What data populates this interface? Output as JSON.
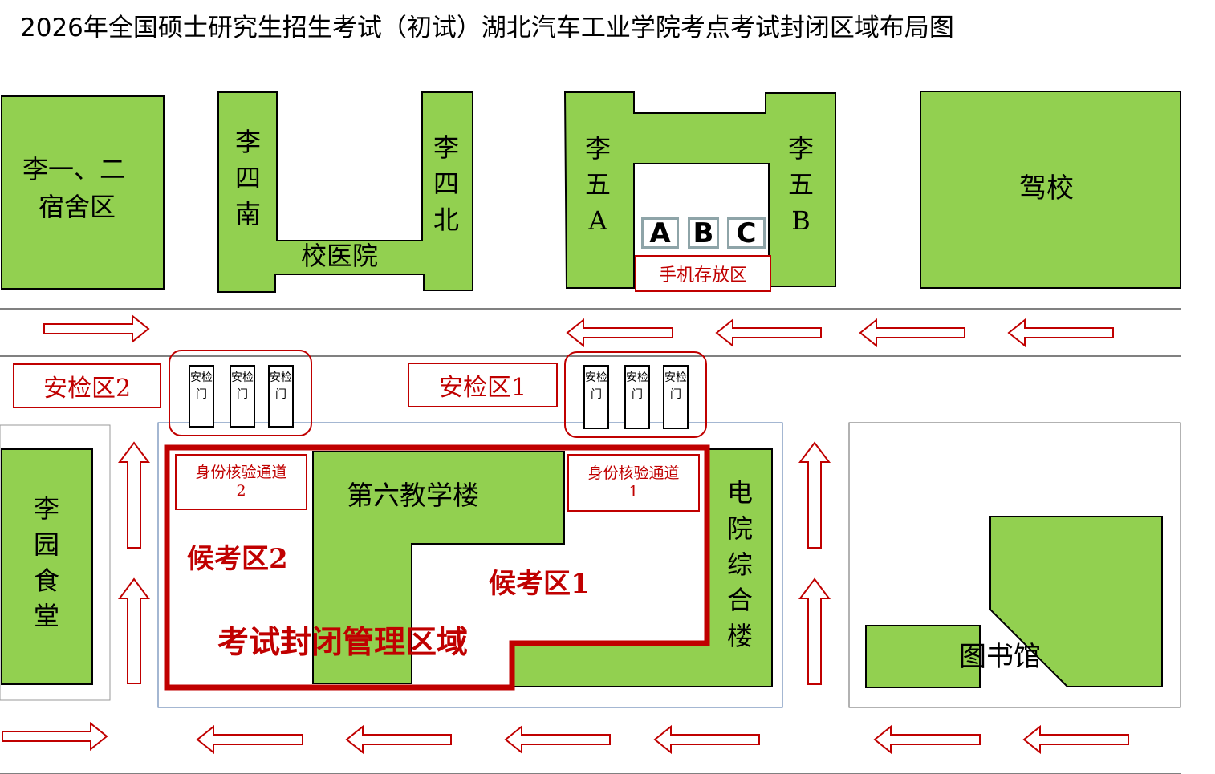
{
  "title": "2026年全国硕士研究生招生考试（初试）湖北汽车工业学院考点考试封闭区域布局图",
  "buildings": {
    "dorm": [
      "李一、二",
      "宿舍区"
    ],
    "li4_south": "李四南",
    "li4_north": "李四北",
    "clinic": "校医院",
    "li5a": "李五A",
    "li5b": "李五B",
    "abc": [
      "A",
      "B",
      "C"
    ],
    "phone_storage": "手机存放区",
    "driving_school": "驾校",
    "canteen": "李园食堂",
    "teaching6": "第六教学楼",
    "ee_building": "电院综合楼",
    "library": "图书馆"
  },
  "security": {
    "zone2": "安检区2",
    "zone1": "安检区1",
    "gate": "安检门"
  },
  "exam_area": {
    "id_channel2": [
      "身份核验通道",
      "2"
    ],
    "id_channel1": [
      "身份核验通道",
      "1"
    ],
    "waiting2": "候考区2",
    "waiting1": "候考区1",
    "closed_area": "考试封闭管理区域"
  },
  "colors": {
    "green": "#92d050",
    "red": "#c00000",
    "line": "#000000"
  }
}
